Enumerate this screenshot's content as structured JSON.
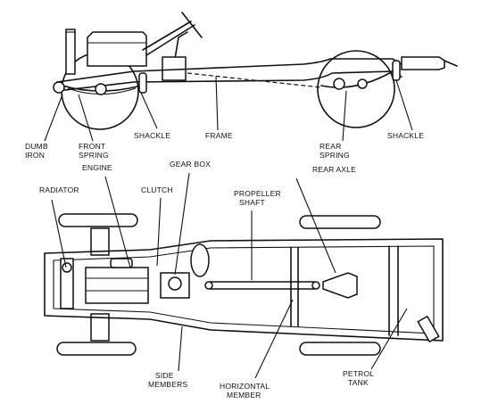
{
  "labels": {
    "dumb_iron": [
      "DUMB",
      "IRON"
    ],
    "front_spring": [
      "FRONT",
      "SPRING"
    ],
    "shackle_front": "SHACKLE",
    "frame": "FRAME",
    "rear_spring": [
      "REAR",
      "SPRING"
    ],
    "shackle_rear": "SHACKLE",
    "engine": "ENGINE",
    "gear_box": "GEAR BOX",
    "rear_axle": "REAR AXLE",
    "radiator": "RADIATOR",
    "clutch": "CLUTCH",
    "propeller_shaft": [
      "PROPELLER",
      "SHAFT"
    ],
    "side_members": [
      "SIDE",
      "MEMBERS"
    ],
    "horizontal_member": [
      "HORIZONTAL",
      "MEMBER"
    ],
    "petrol_tank": [
      "PETROL",
      "TANK"
    ]
  }
}
